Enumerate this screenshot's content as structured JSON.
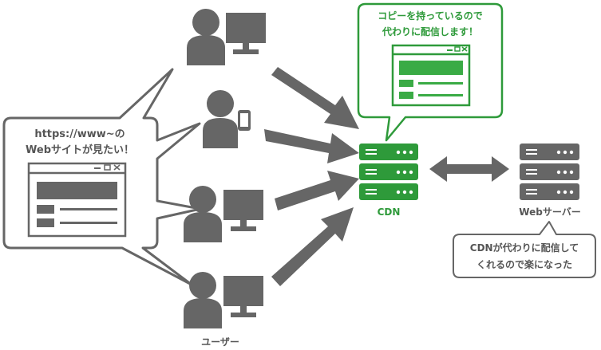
{
  "user_bubble": {
    "line1": "https://www~の",
    "line2": "Webサイトが見たい！"
  },
  "cdn_bubble": {
    "line1": "コピーを持っているので",
    "line2": "代わりに配信します！"
  },
  "server_note": {
    "line1": "CDNが代わりに配信して",
    "line2": "くれるので楽になった"
  },
  "labels": {
    "users": "ユーザー",
    "cdn": "CDN",
    "web_server": "Webサーバー"
  },
  "colors": {
    "gray": "#666666",
    "dark": "#555555",
    "green": "#2e9a3a",
    "green_light": "#3aab45"
  },
  "icons": {
    "user_desktop": "person-with-monitor-icon",
    "user_phone": "person-with-smartphone-icon",
    "cdn": "server-stack-icon",
    "web_server": "server-stack-icon",
    "browser_window": "browser-window-icon"
  }
}
